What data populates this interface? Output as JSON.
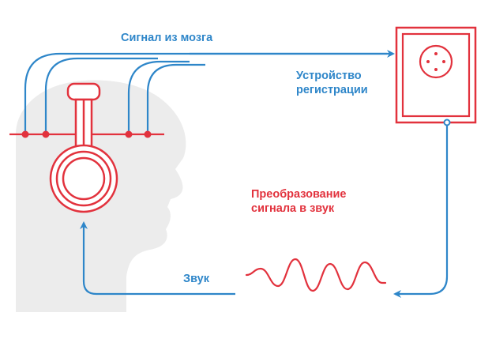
{
  "labels": {
    "brain_signal": "Сигнал из мозга",
    "device_line1": "Устройство",
    "device_line2": "регистрации",
    "conversion_line1": "Преобразование",
    "conversion_line2": "сигнала в звук",
    "sound": "Звук"
  },
  "icons": {
    "head": "head-silhouette-icon",
    "headphones": "headphones-icon",
    "device": "recording-device-icon",
    "wave": "sound-wave-icon"
  },
  "colors": {
    "head": "#ececec",
    "red": "#e2323d",
    "blue": "#2e86c9",
    "background": "#ffffff"
  }
}
